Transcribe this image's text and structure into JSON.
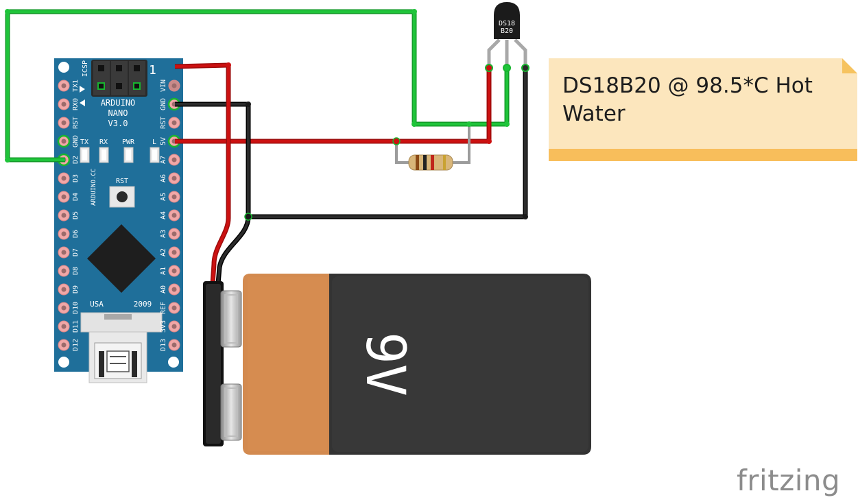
{
  "arduino": {
    "icsp_label": "ICSP",
    "pin1_marker": "1",
    "name_lines": [
      "ARDUINO",
      "NANO",
      "V3.0"
    ],
    "leds": [
      "TX",
      "RX",
      "PWR",
      "L"
    ],
    "reset_label": "RST",
    "website": "ARDUINO.CC",
    "origin": "USA",
    "year": "2009",
    "left_pins": [
      "TX1",
      "RX0",
      "RST",
      "GND",
      "D2",
      "D3",
      "D4",
      "D5",
      "D6",
      "D7",
      "D8",
      "D9",
      "D10",
      "D11",
      "D12"
    ],
    "right_pins": [
      "VIN",
      "GND",
      "RST",
      "5V",
      "A7",
      "A6",
      "A5",
      "A4",
      "A3",
      "A2",
      "A1",
      "A0",
      "REF",
      "3V3",
      "D13"
    ]
  },
  "sensor": {
    "label_line1": "DS18",
    "label_line2": "B20"
  },
  "battery": {
    "label": "9V"
  },
  "note": {
    "text": "DS18B20 @ 98.5*C Hot Water"
  },
  "watermark": "fritzing",
  "colors": {
    "board": "#1f6f9a",
    "wire_green": "#18b52f",
    "wire_red": "#cc1111",
    "wire_black": "#1a1a1a",
    "battery_copper": "#d38a4f",
    "battery_body": "#333333",
    "note_bg": "#fce6bd",
    "note_band": "#f8be5b"
  }
}
